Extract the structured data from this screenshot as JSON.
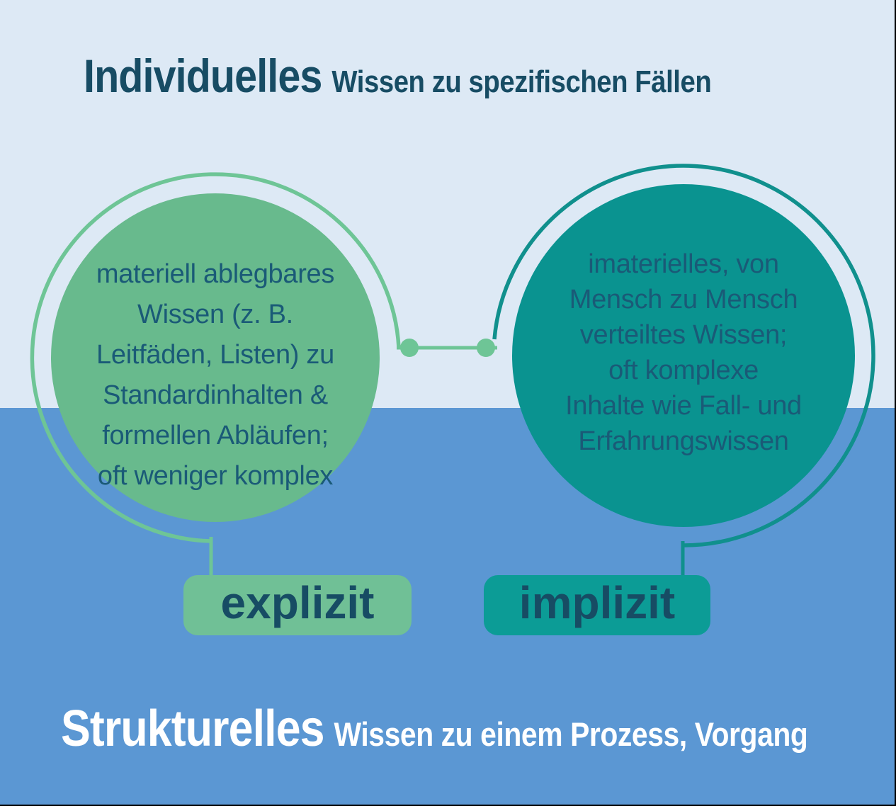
{
  "titles": {
    "top": {
      "emphasis": "Individuelles",
      "rest": "Wissen zu spezifischen Fällen"
    },
    "bottom": {
      "emphasis": "Strukturelles",
      "rest": "Wissen zu einem Prozess, Vorgang"
    }
  },
  "circles": {
    "left": {
      "lines": [
        "materiell ablegbares",
        "Wissen (z. B.",
        "Leitfäden, Listen) zu",
        "Standardinhalten &",
        "formellen Abläufen;",
        "oft weniger komplex"
      ],
      "label": "explizit"
    },
    "right": {
      "lines": [
        "imaterielles, von",
        "Mensch zu Mensch",
        "verteiltes Wissen;",
        "oft komplexe",
        "Inhalte wie Fall- und",
        "Erfahrungswissen"
      ],
      "label": "implizit"
    }
  },
  "colors": {
    "bg-top": "#dde9f5",
    "bg-bottom": "#5b97d3",
    "green-fill": "#68ba8d",
    "green-line": "#6ec596",
    "green-badge": "#70c096",
    "teal-fill": "#0a9390",
    "teal-line": "#10908d",
    "teal-badge": "#0c9c96",
    "navy": "#174c64",
    "text-navy": "#1a5a77",
    "white": "#ffffff"
  }
}
